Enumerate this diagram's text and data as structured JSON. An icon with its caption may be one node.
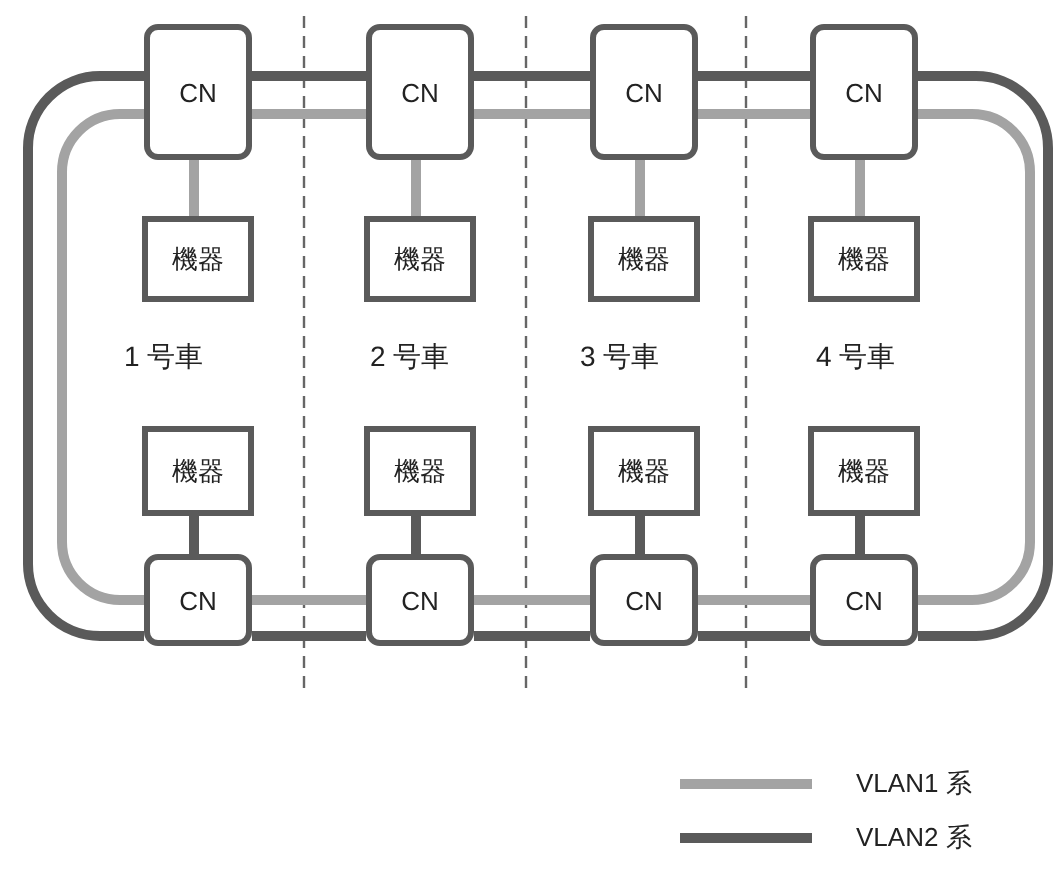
{
  "diagram": {
    "nodes": [
      {
        "text": [
          "CN"
        ]
      },
      {
        "text": [
          "CN"
        ]
      },
      {
        "text": [
          "CN"
        ]
      },
      {
        "text": [
          "CN"
        ]
      },
      {
        "text": [
          "機器"
        ]
      },
      {
        "text": [
          "機器"
        ]
      },
      {
        "text": [
          "機器"
        ]
      },
      {
        "text": [
          "機器"
        ]
      },
      {
        "text": [
          "機器"
        ]
      },
      {
        "text": [
          "機器"
        ]
      },
      {
        "text": [
          "機器"
        ]
      },
      {
        "text": [
          "機器"
        ]
      },
      {
        "text": [
          "CN"
        ]
      },
      {
        "text": [
          "CN"
        ]
      },
      {
        "text": [
          "CN"
        ]
      },
      {
        "text": [
          "CN"
        ]
      }
    ],
    "edges": [
      {
        "from": 0,
        "to": 1,
        "arrow": "none",
        "color": "#5a5a5a"
      },
      {
        "from": 1,
        "to": 2,
        "arrow": "none",
        "color": "#5a5a5a"
      },
      {
        "from": 2,
        "to": 3,
        "arrow": "none",
        "color": "#5a5a5a"
      },
      {
        "from": 3,
        "to": 15,
        "arrow": "none",
        "color": "#5a5a5a"
      },
      {
        "from": 15,
        "to": 14,
        "arrow": "none",
        "color": "#5a5a5a"
      },
      {
        "from": 14,
        "to": 13,
        "arrow": "none",
        "color": "#5a5a5a"
      },
      {
        "from": 13,
        "to": 12,
        "arrow": "none",
        "color": "#5a5a5a"
      },
      {
        "from": 12,
        "to": 0,
        "arrow": "none",
        "color": "#5a5a5a"
      },
      {
        "from": 0,
        "to": 1,
        "arrow": "none",
        "color": "#a3a3a3"
      },
      {
        "from": 1,
        "to": 2,
        "arrow": "none",
        "color": "#a3a3a3"
      },
      {
        "from": 2,
        "to": 3,
        "arrow": "none",
        "color": "#a3a3a3"
      },
      {
        "from": 3,
        "to": 15,
        "arrow": "none",
        "color": "#a3a3a3"
      },
      {
        "from": 15,
        "to": 14,
        "arrow": "none",
        "color": "#a3a3a3"
      },
      {
        "from": 14,
        "to": 13,
        "arrow": "none",
        "color": "#a3a3a3"
      },
      {
        "from": 13,
        "to": 12,
        "arrow": "none",
        "color": "#a3a3a3"
      },
      {
        "from": 12,
        "to": 0,
        "arrow": "none",
        "color": "#a3a3a3"
      },
      {
        "from": 0,
        "to": 4,
        "arrow": "none",
        "color": "#a3a3a3"
      },
      {
        "from": 1,
        "to": 5,
        "arrow": "none",
        "color": "#a3a3a3"
      },
      {
        "from": 2,
        "to": 6,
        "arrow": "none",
        "color": "#a3a3a3"
      },
      {
        "from": 3,
        "to": 7,
        "arrow": "none",
        "color": "#a3a3a3"
      },
      {
        "from": 8,
        "to": 12,
        "arrow": "none",
        "color": "#5a5a5a"
      },
      {
        "from": 9,
        "to": 13,
        "arrow": "none",
        "color": "#5a5a5a"
      },
      {
        "from": 10,
        "to": 14,
        "arrow": "none",
        "color": "#5a5a5a"
      },
      {
        "from": 11,
        "to": 15,
        "arrow": "none",
        "color": "#5a5a5a"
      }
    ],
    "labels": [
      "1 号車",
      "2 号車",
      "3 号車",
      "4 号車"
    ],
    "legend": [
      {
        "text": "VLAN1 系"
      },
      {
        "text": "VLAN2 系"
      }
    ]
  }
}
